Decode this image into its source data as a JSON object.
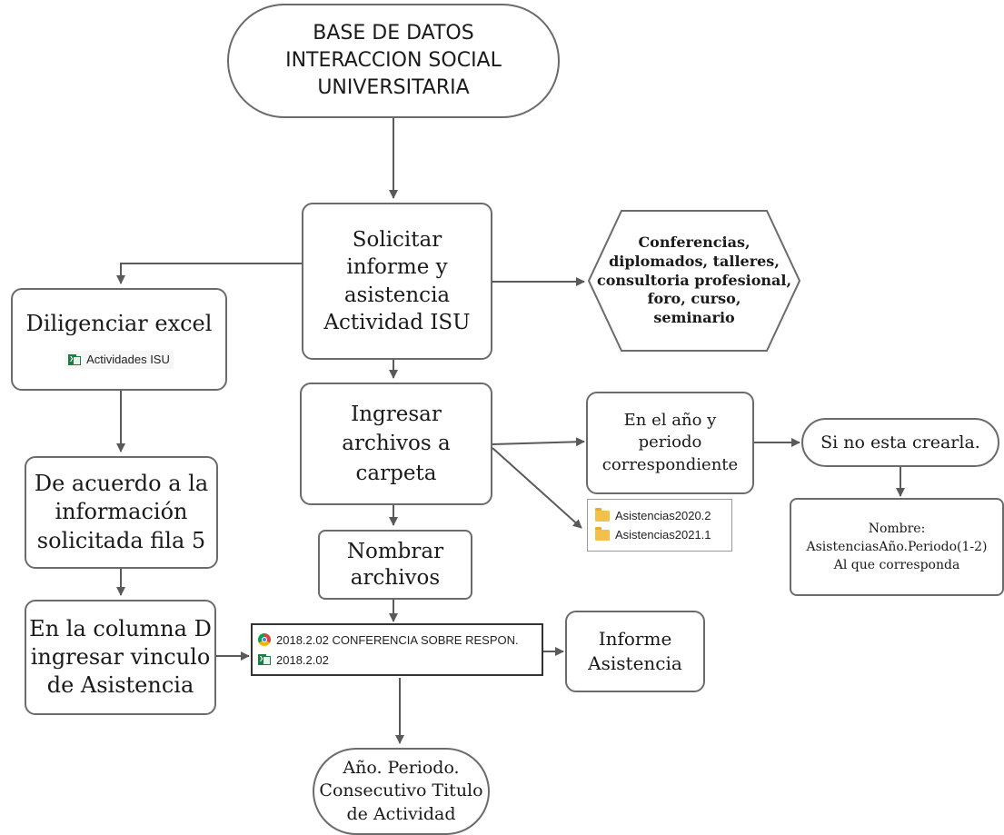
{
  "nodes": {
    "start": [
      "BASE DE DATOS",
      "INTERACCION SOCIAL",
      "UNIVERSITARIA"
    ],
    "solicitar": [
      "Solicitar",
      "informe y",
      "asistencia",
      "Actividad ISU"
    ],
    "activity_types": [
      "Conferencias,",
      "diplomados, talleres,",
      "consultoria profesional,",
      "foro, curso,",
      "seminario"
    ],
    "diligenciar": {
      "title": "Diligenciar excel",
      "file": "Actividades ISU"
    },
    "ingresar": [
      "Ingresar",
      "archivos a",
      "carpeta"
    ],
    "anio_periodo": [
      "En el año y",
      "periodo",
      "correspondiente"
    ],
    "si_no_esta": "Si no esta crearla.",
    "nombre": [
      "Nombre:",
      "AsistenciasAño.Periodo(1-2)",
      "Al que corresponda"
    ],
    "folders": [
      "Asistencias2020.2",
      "Asistencias2021.1"
    ],
    "de_acuerdo": [
      "De acuerdo a la",
      "información",
      "solicitada fila 5"
    ],
    "nombrar": [
      "Nombrar",
      "archivos"
    ],
    "columna_d": [
      "En la columna D",
      "ingresar vinculo",
      "de Asistencia"
    ],
    "files": [
      "2018.2.02 CONFERENCIA SOBRE RESPON.",
      "2018.2.02"
    ],
    "informe": [
      "Informe",
      "Asistencia"
    ],
    "end": [
      "Año. Periodo.",
      "Consecutivo Titulo",
      "de Actividad"
    ]
  },
  "colors": {
    "stroke": "#6b6b6b",
    "arrow": "#5a5a5a",
    "excel": "#1e7c45",
    "folder": "#f3c14b"
  },
  "icons": [
    "excel-icon",
    "chrome-icon",
    "folder-icon",
    "arrow-icon"
  ]
}
